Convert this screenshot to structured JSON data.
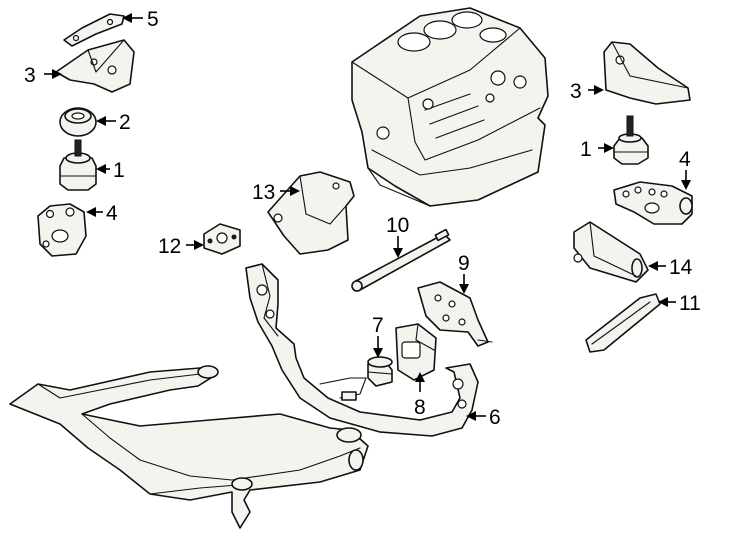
{
  "diagram": {
    "colors": {
      "outline": "#111111",
      "part_fill": "#f4f4ef",
      "background": "#ffffff"
    },
    "callouts": {
      "c1_left": "1",
      "c2": "2",
      "c3_left": "3",
      "c4_left": "4",
      "c5": "5",
      "c6": "6",
      "c7": "7",
      "c8": "8",
      "c9": "9",
      "c10": "10",
      "c11": "11",
      "c12": "12",
      "c13": "13",
      "c14": "14",
      "c3_right": "3",
      "c1_right": "1",
      "c4_right": "4"
    }
  }
}
